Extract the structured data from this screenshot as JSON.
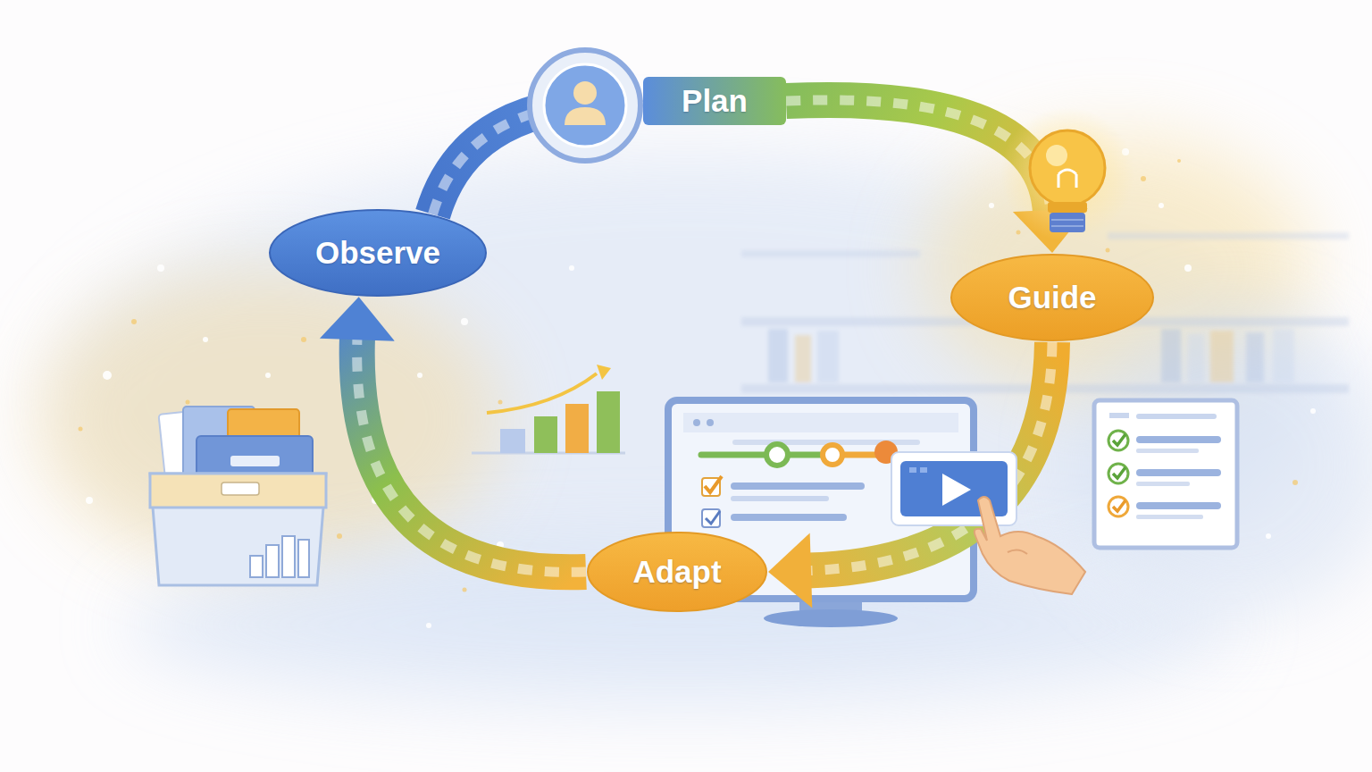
{
  "diagram": {
    "nodes": [
      {
        "text": [
          "Observe"
        ]
      },
      {
        "text": [
          "Plan"
        ]
      },
      {
        "text": [
          "Guide"
        ]
      },
      {
        "text": [
          "Adapt"
        ]
      }
    ],
    "edges": [
      {
        "from": 0,
        "to": 1,
        "arrow": "to"
      },
      {
        "from": 1,
        "to": 2,
        "arrow": "to"
      },
      {
        "from": 2,
        "to": 3,
        "arrow": "to"
      },
      {
        "from": 3,
        "to": 0,
        "arrow": "to"
      }
    ]
  }
}
